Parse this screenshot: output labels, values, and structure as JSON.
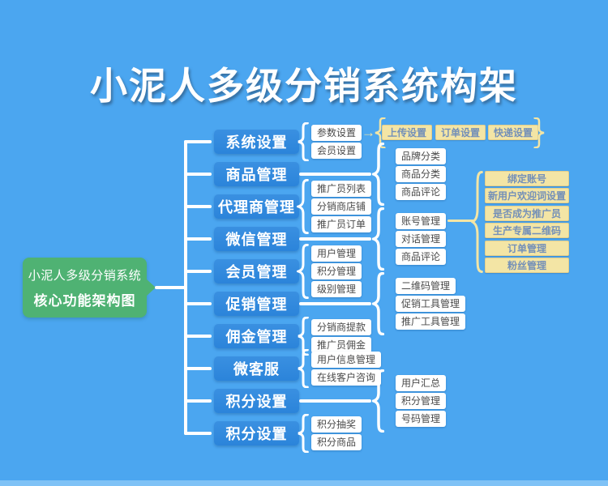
{
  "title": "小泥人多级分销系统构架",
  "legend": {
    "line1": "小泥人多级分销系统",
    "line2": "核心功能架构图"
  },
  "palette": {
    "background": "#4BA6F0",
    "category_box": "#2B84DA",
    "node_box": "#FFFFFF",
    "node_text": "#4A4A4A",
    "accent_box": "#F3E5A5",
    "accent_text": "#7490B8",
    "legend_box": "#4FB273",
    "connector": "#FFFFFF"
  },
  "branches": [
    {
      "label": "系统设置",
      "link": "brace",
      "children": [
        "参数设置",
        "会员设置"
      ],
      "extension": {
        "type": "arrow-row",
        "from": "参数设置",
        "items": [
          "上传设置",
          "订单设置",
          "快递设置"
        ]
      }
    },
    {
      "label": "商品管理",
      "link": "line-brace",
      "children": [
        "品牌分类",
        "商品分类",
        "商品评论"
      ]
    },
    {
      "label": "代理商管理",
      "link": "brace",
      "children": [
        "推广员列表",
        "分销商店铺",
        "推广员订单"
      ]
    },
    {
      "label": "微信管理",
      "link": "line-brace",
      "children": [
        "账号管理",
        "对话管理",
        "商品评论"
      ],
      "extension": {
        "type": "brace-column",
        "items": [
          "绑定账号",
          "新用户欢迎词设置",
          "是否成为推广员",
          "生产专属二维码",
          "订单管理",
          "粉丝管理"
        ]
      }
    },
    {
      "label": "会员管理",
      "link": "brace",
      "children": [
        "用户管理",
        "积分管理",
        "级别管理"
      ]
    },
    {
      "label": "促销管理",
      "link": "line-brace",
      "children": [
        "二维码管理",
        "促销工具管理",
        "推广工具管理"
      ]
    },
    {
      "label": "佣金管理",
      "link": "brace",
      "children": [
        "分销商提款",
        "推广员佣金"
      ]
    },
    {
      "label": "微客服",
      "link": "brace",
      "children": [
        "用户信息管理",
        "在线客户咨询"
      ]
    },
    {
      "label": "积分设置",
      "link": "line-brace",
      "children": [
        "用户汇总",
        "积分管理",
        "号码管理"
      ]
    },
    {
      "label": "积分设置",
      "link": "brace",
      "children": [
        "积分抽奖",
        "积分商品"
      ]
    }
  ]
}
